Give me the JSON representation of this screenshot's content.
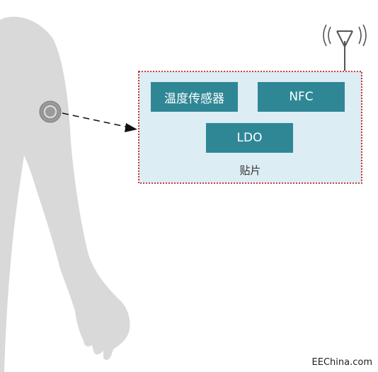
{
  "diagram": {
    "patch": {
      "label": "贴片",
      "components": {
        "temperature_sensor": "温度传感器",
        "nfc": "NFC",
        "ldo": "LDO"
      }
    },
    "colors": {
      "body_silhouette": "#d9d9d9",
      "patch_fill": "#dcedf3",
      "patch_border": "#c00000",
      "component_block": "#2f8796",
      "sensor_ring": "#8c8c8c",
      "arrow": "#111111",
      "antenna": "#555555"
    },
    "icons": {
      "sensor": "sensor-ring-icon",
      "antenna": "antenna-icon",
      "arrow": "dashed-arrow"
    }
  },
  "watermark": "EEChina.com"
}
